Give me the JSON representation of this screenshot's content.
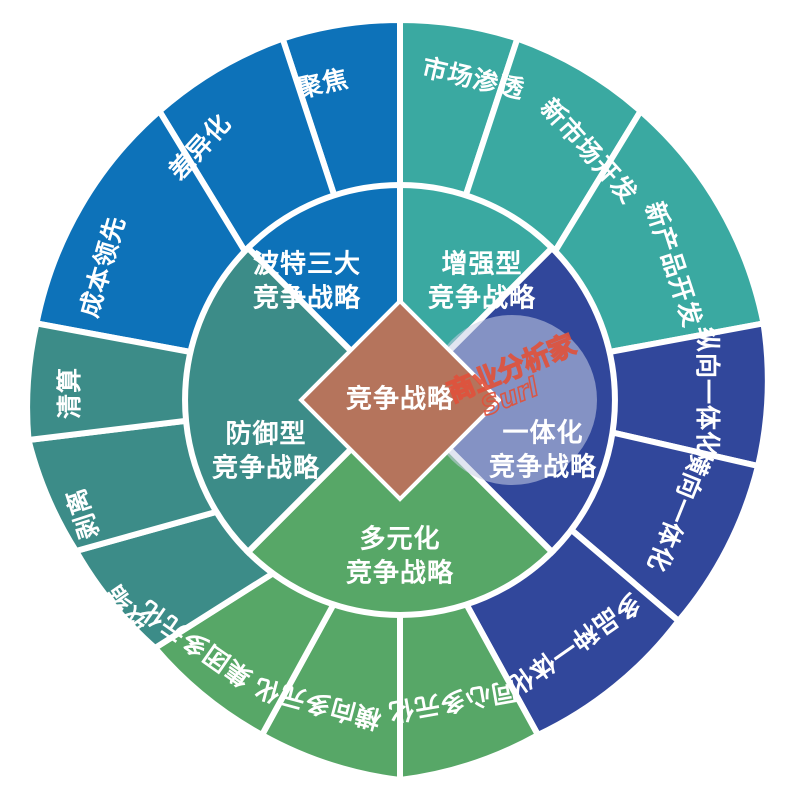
{
  "diagram": {
    "title": "竞争战略",
    "center": {
      "label": "竞争战略",
      "color": "#b5745c",
      "shape": "diamond"
    },
    "quadrants": [
      {
        "id": "porter",
        "inner_label": "波特三大\n竞争战略",
        "inner_line1": "波特三大",
        "inner_line2": "竞争战略",
        "color": "#0d72b9",
        "position": "top-left",
        "outer_items": [
          {
            "label": "聚焦"
          },
          {
            "label": "差异化"
          },
          {
            "label": "成本领先"
          }
        ]
      },
      {
        "id": "intensive",
        "inner_label": "增强型\n竞争战略",
        "inner_line1": "增强型",
        "inner_line2": "竞争战略",
        "color": "#3aa9a1",
        "position": "top-right",
        "outer_items": [
          {
            "label": "市场渗透"
          },
          {
            "label": "新市场开发"
          },
          {
            "label": "新产品开发"
          }
        ]
      },
      {
        "id": "integration",
        "inner_label": "一体化\n竞争战略",
        "inner_line1": "一体化",
        "inner_line2": "竞争战略",
        "color": "#31479b",
        "position": "right-bottom",
        "outer_items": [
          {
            "label": "纵向一体化"
          },
          {
            "label": "横向一体化"
          },
          {
            "label": "多品种一体化"
          }
        ]
      },
      {
        "id": "diversification",
        "inner_label": "多元化\n竞争战略",
        "inner_line1": "多元化",
        "inner_line2": "竞争战略",
        "color": "#57a767",
        "position": "bottom",
        "outer_items": [
          {
            "label": "同心多元化"
          },
          {
            "label": "横向多元化"
          },
          {
            "label": "集团多元化"
          }
        ]
      },
      {
        "id": "defensive",
        "inner_label": "防御型\n竞争战略",
        "inner_line1": "防御型",
        "inner_line2": "竞争战略",
        "color": "#3c8c88",
        "position": "left-bottom",
        "outer_items": [
          {
            "label": "清算"
          },
          {
            "label": "剥离"
          },
          {
            "label": "收缩"
          }
        ]
      }
    ],
    "watermark": {
      "line1": "商业分析家",
      "line2": "Surl",
      "color": "#e0523c",
      "circle_color": "#c9cfe6"
    },
    "background_color": "#ffffff",
    "divider_color": "#ffffff"
  }
}
